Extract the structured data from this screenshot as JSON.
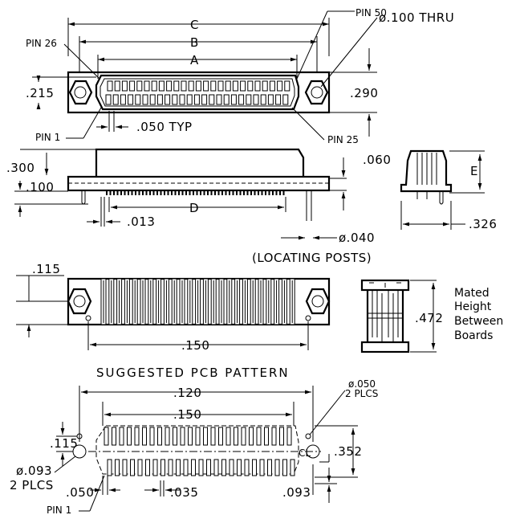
{
  "labels": {
    "pin50": "PIN 50",
    "thru": "ø.100 THRU",
    "pin26": "PIN 26",
    "pin1": "PIN 1",
    "pin25": "PIN 25",
    "pin1_bottom": "PIN 1",
    "locating_posts": "(LOCATING POSTS)",
    "title": "SUGGESTED PCB PATTERN",
    "mated_line1": "Mated",
    "mated_line2": "Height",
    "mated_line3": "Between",
    "mated_line4": "Boards",
    "plcs_dia": "ø.050",
    "plcs_count": "2 PLCS",
    "hole_dia": "ø.093",
    "hole_count": "2 PLCS",
    "cl": "CL"
  },
  "dims": {
    "C": "C",
    "B": "B",
    "A": "A",
    "d215": ".215",
    "d290": ".290",
    "d050typ": ".050 TYP",
    "d300": ".300",
    "d100": ".100",
    "d060": ".060",
    "E": "E",
    "d013": ".013",
    "D": "D",
    "d040": "ø.040",
    "d326": ".326",
    "d115a": ".115",
    "d150a": ".150",
    "d472": ".472",
    "d120": ".120",
    "d150b": ".150",
    "d115b": ".115",
    "d352": ".352",
    "d050b": ".050",
    "d035": ".035",
    "d093": ".093"
  }
}
